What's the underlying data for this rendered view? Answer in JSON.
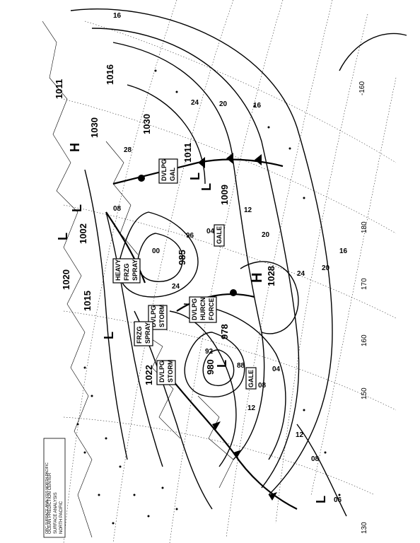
{
  "chart_title": "OPC SURFACE ANALYSIS NORTH PACIFIC",
  "legend_lines": [
    "OCEAN PREDICTION CENTER",
    "SURFACE ANALYSIS",
    "NORTH PACIFIC"
  ],
  "longitudes": [
    "-160",
    "170",
    "180",
    "160",
    "150",
    "130"
  ],
  "pressure_centers": [
    {
      "type": "H",
      "value": "1028"
    },
    {
      "type": "H",
      "value": "1030"
    },
    {
      "type": "H",
      "value": "1030"
    },
    {
      "type": "L",
      "value": "985"
    },
    {
      "type": "L",
      "value": "978"
    },
    {
      "type": "L",
      "value": "980"
    },
    {
      "type": "L",
      "value": "1009"
    },
    {
      "type": "L",
      "value": "1011"
    },
    {
      "type": "L",
      "value": "1002"
    },
    {
      "type": "L",
      "value": "1016"
    },
    {
      "type": "L",
      "value": "1020"
    },
    {
      "type": "L",
      "value": "1015"
    },
    {
      "type": "L",
      "value": "1022"
    },
    {
      "type": "L",
      "value": "1011"
    }
  ],
  "isobar_labels": [
    "16",
    "20",
    "24",
    "28",
    "12",
    "08",
    "04",
    "00",
    "96",
    "92",
    "88",
    "16",
    "20",
    "24",
    "12",
    "08",
    "04",
    "16",
    "20",
    "24",
    "12",
    "08",
    "06"
  ],
  "warnings": [
    {
      "line1": "GALE"
    },
    {
      "line1": "GALE"
    },
    {
      "line1": "DVLPG",
      "line2": "GAL"
    },
    {
      "line1": "DVLPG",
      "line2": "HURCN",
      "line3": "FORCE"
    },
    {
      "line1": "DVLPG",
      "line2": "STORM"
    },
    {
      "line1": "HEAVY",
      "line2": "FRZG",
      "line3": "SPRAY"
    },
    {
      "line1": "FRZG",
      "line2": "SPRAY"
    },
    {
      "line1": "DVLPG",
      "line2": "STORM"
    }
  ]
}
